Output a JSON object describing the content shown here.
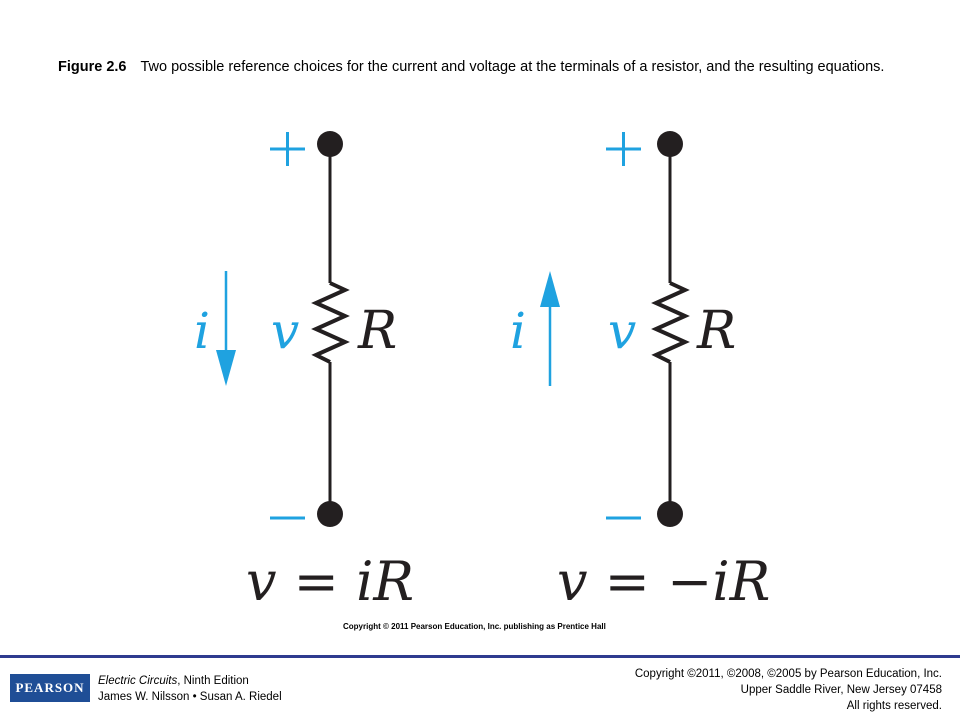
{
  "caption": {
    "label": "Figure 2.6",
    "text": "Two possible reference choices for the current and voltage at the terminals of a resistor, and the resulting equations."
  },
  "colors": {
    "accent": "#1fa2e0",
    "wire": "#231f20",
    "footer_rule": "#2f3b8f",
    "logo_bg": "#1f4e96"
  },
  "diagram": {
    "left": {
      "plus": "+",
      "minus": "–",
      "current": "i",
      "voltage": "v",
      "resistor": "R",
      "equation": "v = iR",
      "arrow_direction": "down"
    },
    "right": {
      "plus": "+",
      "minus": "–",
      "current": "i",
      "voltage": "v",
      "resistor": "R",
      "equation": "v = −iR",
      "arrow_direction": "up"
    },
    "copyright": "Copyright © 2011 Pearson Education, Inc. publishing as Prentice Hall"
  },
  "footer": {
    "logo": "PEARSON",
    "book_title": "Electric Circuits",
    "edition": ", Ninth Edition",
    "authors": "James W. Nilsson • Susan A. Riedel",
    "copyright_line1": "Copyright ©2011, ©2008, ©2005 by Pearson Education, Inc.",
    "copyright_line2": "Upper Saddle River, New Jersey 07458",
    "copyright_line3": "All rights reserved."
  }
}
